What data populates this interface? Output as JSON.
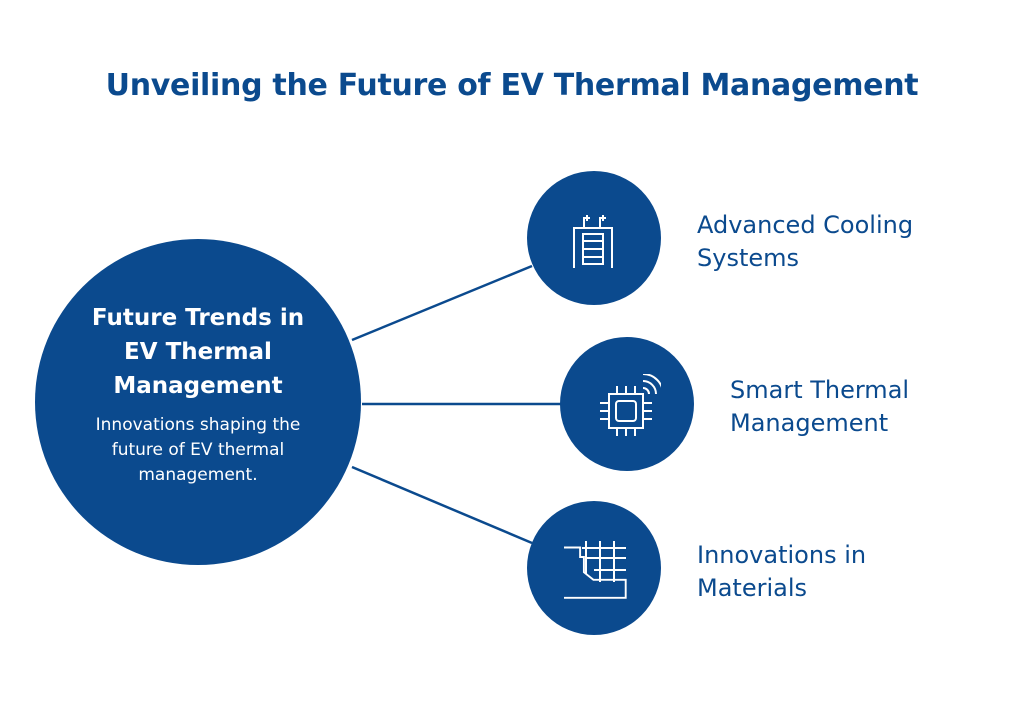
{
  "title": "Unveiling the Future of EV Thermal Management",
  "center": {
    "title": "Future Trends in EV Thermal Management",
    "description": "Innovations shaping the future of EV thermal management."
  },
  "branches": [
    {
      "label": "Advanced Cooling Systems",
      "icon": "cooling-system-icon"
    },
    {
      "label": "Smart Thermal Management",
      "icon": "smart-chip-icon"
    },
    {
      "label": "Innovations in Materials",
      "icon": "material-grid-icon"
    }
  ],
  "colors": {
    "primary": "#0b4a8e",
    "background": "#ffffff"
  }
}
